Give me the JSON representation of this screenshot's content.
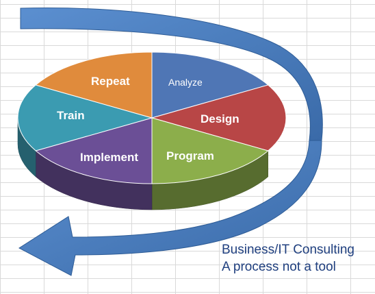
{
  "segments": [
    {
      "id": "analyze",
      "label": "Analyze",
      "color": "#4f76b5"
    },
    {
      "id": "design",
      "label": "Design",
      "color": "#b84646"
    },
    {
      "id": "program",
      "label": "Program",
      "color": "#8cae4b"
    },
    {
      "id": "implement",
      "label": "Implement",
      "color": "#6b4f96"
    },
    {
      "id": "train",
      "label": "Train",
      "color": "#3b9bb1"
    },
    {
      "id": "repeat",
      "label": "Repeat",
      "color": "#e08b3c"
    }
  ],
  "caption": {
    "line1": "Business/IT Consulting",
    "line2": "A process not a tool"
  },
  "colors": {
    "arrow": "#4a7dbf",
    "arrow_edge": "#2e5c96",
    "caption_text": "#1f3f7f",
    "grid": "#d9d9d9"
  },
  "icons": {
    "cycle_arrow": "curved-arrow-icon"
  }
}
